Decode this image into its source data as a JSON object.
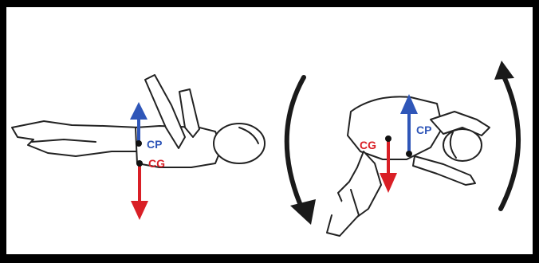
{
  "diagram": {
    "left_figure": {
      "cp_label": "CP",
      "cg_label": "CG"
    },
    "right_figure": {
      "cg_label": "CG",
      "cp_label": "CP"
    },
    "colors": {
      "cp": "#2f56b8",
      "cg": "#d91f26",
      "outline": "#222222",
      "rotation_arrow": "#1a1a1a",
      "background": "#000000",
      "panel": "#ffffff"
    }
  }
}
